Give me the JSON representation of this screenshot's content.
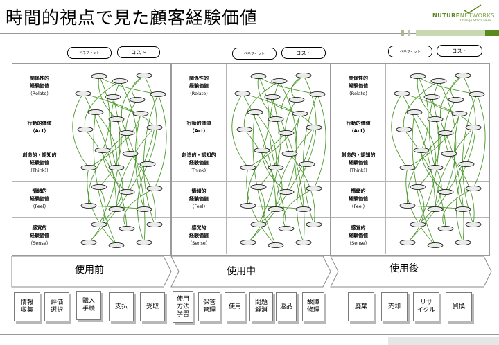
{
  "title": "時間的視点で見た顧客経験価値",
  "logo": {
    "name_a": "NUTURE",
    "name_b": "NETWORKS",
    "tagline": "Change Starts Here"
  },
  "benefit_label": "ベネフィット",
  "cost_label": "コスト",
  "rows": [
    {
      "line1": "関係性的",
      "line2": "経験価値",
      "line3": "（Relate）"
    },
    {
      "line1": "行動的価値",
      "line2": "（Act）",
      "line3": ""
    },
    {
      "line1": "創造的・認知的",
      "line2": "経験価値",
      "line3": "（Think)）"
    },
    {
      "line1": "情緒的",
      "line2": "経験価値",
      "line3": "（Feel）"
    },
    {
      "line1": "感覚的",
      "line2": "経験価値",
      "line3": "（Sense）"
    }
  ],
  "phases": [
    {
      "label": "使用前"
    },
    {
      "label": "使用中"
    },
    {
      "label": "使用後"
    }
  ],
  "activities": [
    {
      "label": "情報\n収集"
    },
    {
      "label": "評価\n選択"
    },
    {
      "label": "購入\n手続"
    },
    {
      "label": "支払"
    },
    {
      "label": "受取"
    },
    {
      "label": "使用\n方法\n学習"
    },
    {
      "label": "保管\n管理"
    },
    {
      "label": "使用"
    },
    {
      "label": "問題\n解消"
    },
    {
      "label": "返品"
    },
    {
      "label": "故障\n修理"
    },
    {
      "label": "廃棄"
    },
    {
      "label": "売却"
    },
    {
      "label": "リサ\nイクル"
    },
    {
      "label": "買換"
    }
  ],
  "colors": {
    "link": "#4a9a2a",
    "node_fill": "#ebebeb",
    "logo_green": "#5a8a1e"
  },
  "icons": {
    "logo_mark": "check-swoosh-icon"
  }
}
